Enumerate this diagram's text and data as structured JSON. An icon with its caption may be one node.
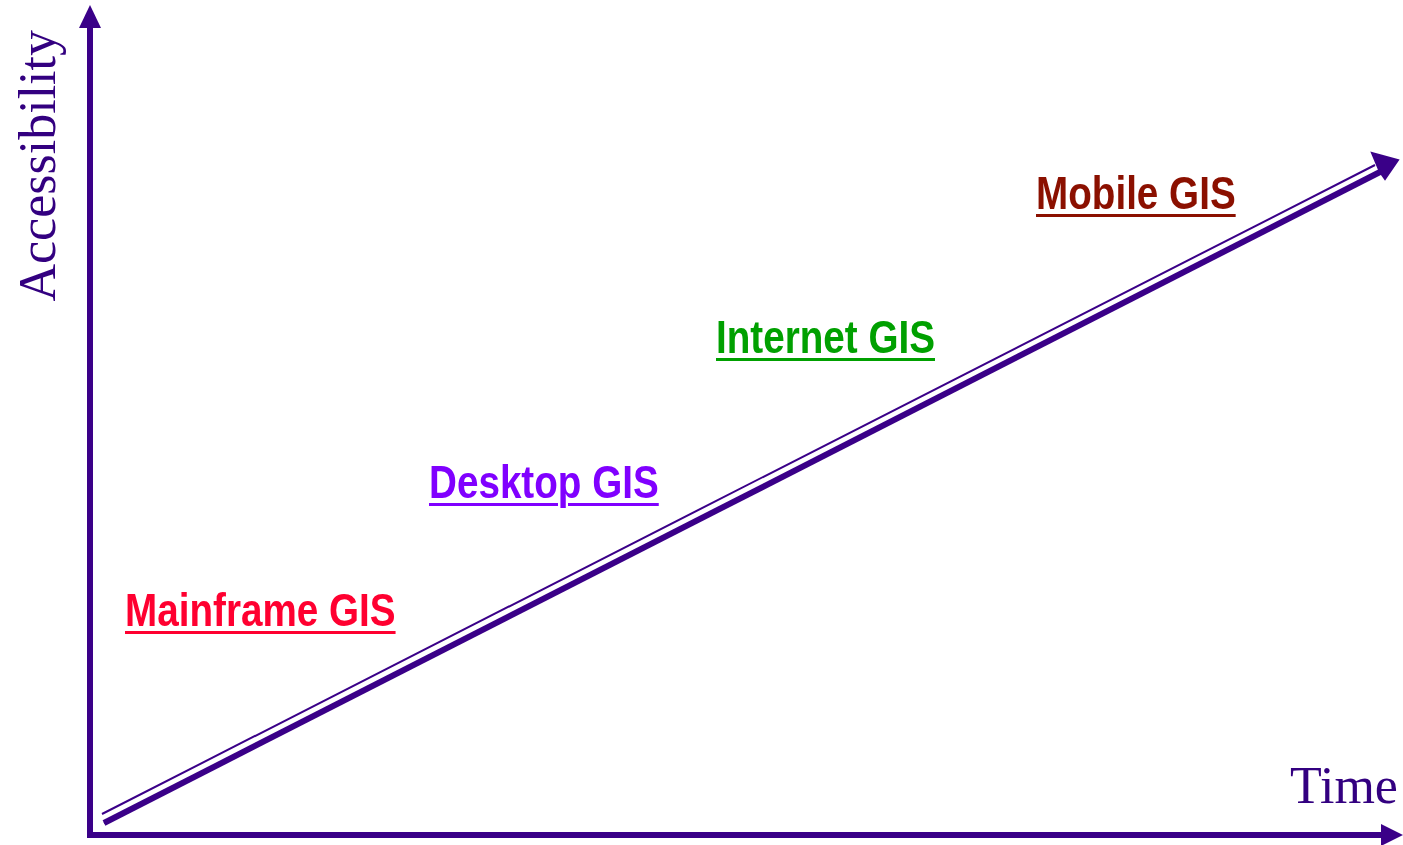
{
  "diagram": {
    "labels": [
      "Accessibility",
      "Mobile GIS",
      "Internet GIS",
      "Desktop GIS",
      "Mainframe GIS",
      "Time"
    ]
  }
}
